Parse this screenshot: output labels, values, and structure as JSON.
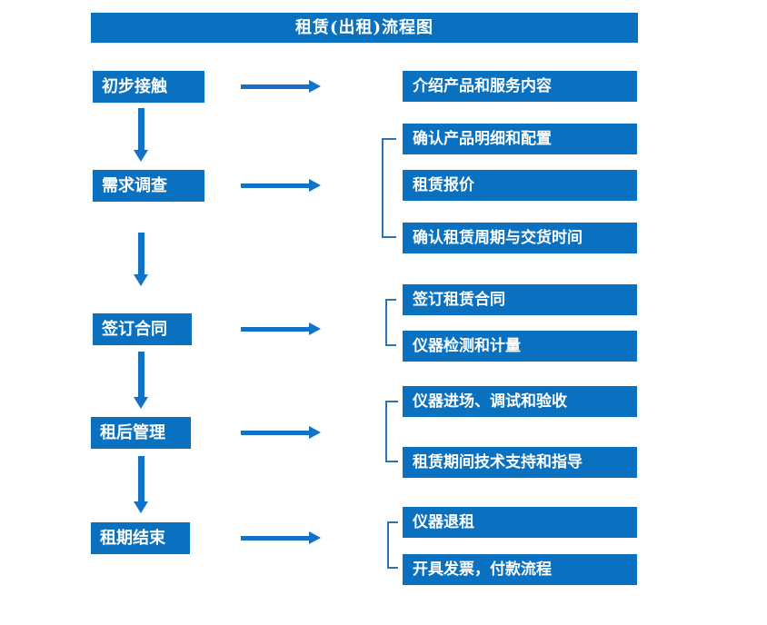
{
  "title": "租赁(出租)流程图",
  "colors": {
    "box_blue": "#0a70c0",
    "arrow_blue": "#1172c8",
    "bracket_blue": "#2e74b5",
    "text_white": "#ffffff",
    "background": "#ffffff"
  },
  "stages": [
    {
      "label": "初步接触",
      "outputs": [
        "介绍产品和服务内容"
      ]
    },
    {
      "label": "需求调查",
      "outputs": [
        "确认产品明细和配置",
        "租赁报价",
        "确认租赁周期与交货时间"
      ]
    },
    {
      "label": "签订合同",
      "outputs": [
        "签订租赁合同",
        "仪器检测和计量"
      ]
    },
    {
      "label": "租后管理",
      "outputs": [
        "仪器进场、调试和验收",
        "租赁期间技术支持和指导"
      ]
    },
    {
      "label": "租期结束",
      "outputs": [
        "仪器退租",
        "开具发票，付款流程"
      ]
    }
  ]
}
